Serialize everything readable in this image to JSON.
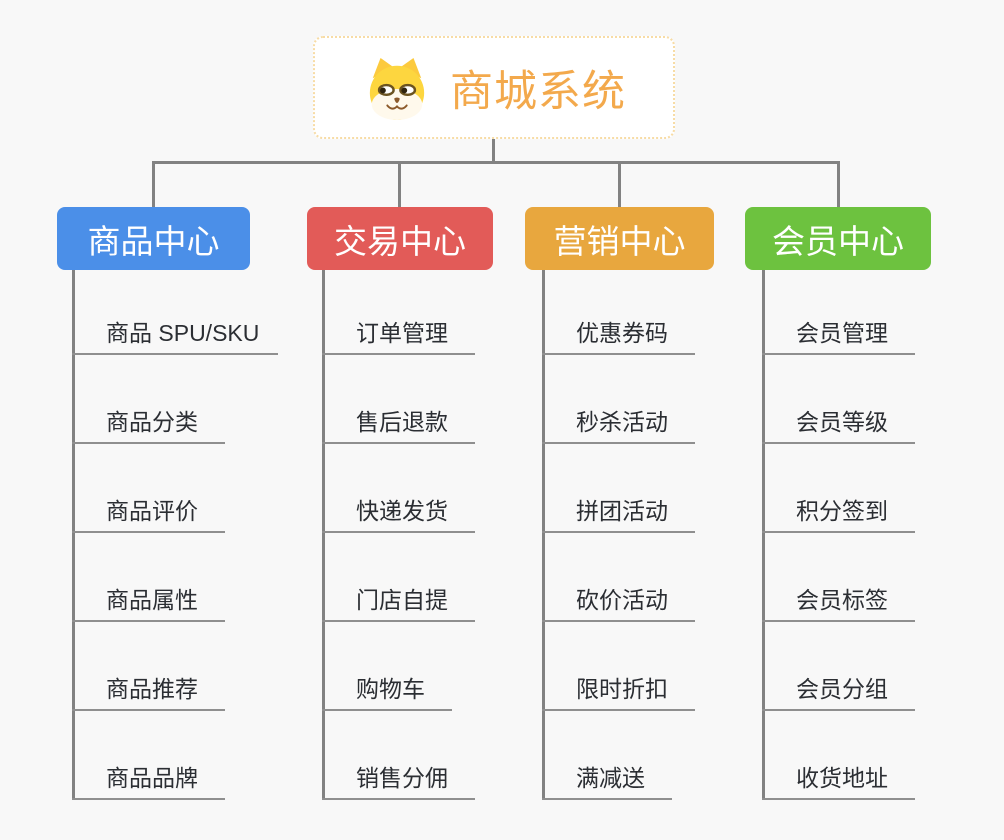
{
  "app": {
    "type": "mindmap-diagram",
    "background_color": "#f8f8f8"
  },
  "root": {
    "title": "商城系统",
    "icon": "dog-face-icon",
    "text_color": "#f3a94c",
    "border_color": "#f7dca6",
    "background_color": "#ffffff"
  },
  "colors": {
    "connector_line": "#828282",
    "child_underline": "#8f8f8f",
    "child_text": "#2b2e33"
  },
  "branches": [
    {
      "label": "商品中心",
      "color": "#4b8fe8",
      "children": [
        "商品 SPU/SKU",
        "商品分类",
        "商品评价",
        "商品属性",
        "商品推荐",
        "商品品牌"
      ]
    },
    {
      "label": "交易中心",
      "color": "#e25b58",
      "children": [
        "订单管理",
        "售后退款",
        "快递发货",
        "门店自提",
        "购物车",
        "销售分佣"
      ]
    },
    {
      "label": "营销中心",
      "color": "#e8a73e",
      "children": [
        "优惠券码",
        "秒杀活动",
        "拼团活动",
        "砍价活动",
        "限时折扣",
        "满减送"
      ]
    },
    {
      "label": "会员中心",
      "color": "#6dc23f",
      "children": [
        "会员管理",
        "会员等级",
        "积分签到",
        "会员标签",
        "会员分组",
        "收货地址"
      ]
    }
  ]
}
